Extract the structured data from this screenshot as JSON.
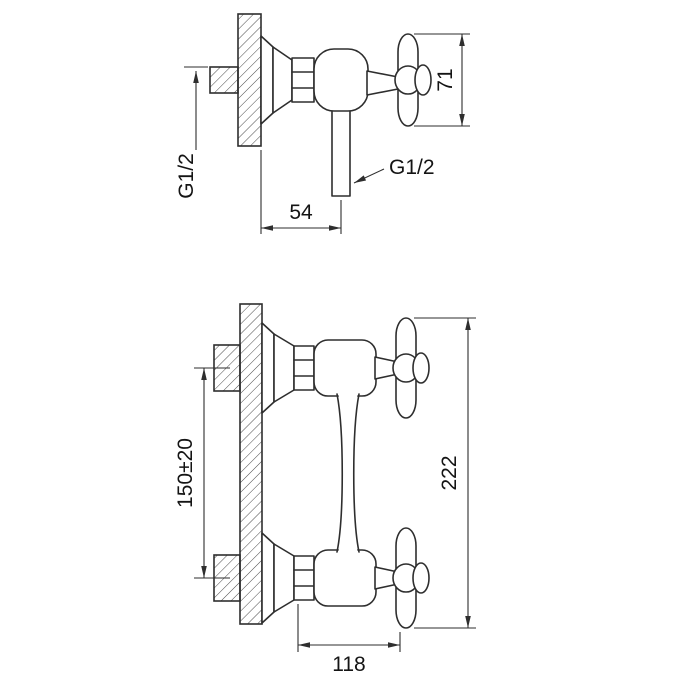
{
  "page": {
    "background": "#ffffff"
  },
  "drawing": {
    "line_color": "#2e2e2e",
    "side_view": {
      "thread_inlet": "G1/2",
      "thread_outlet": "G1/2",
      "dim_wall_to_outlet": "54",
      "dim_handle_height": "71"
    },
    "front_view": {
      "dim_inlet_centers": "150±20",
      "dim_overall_height": "222",
      "dim_overall_width": "118"
    }
  }
}
